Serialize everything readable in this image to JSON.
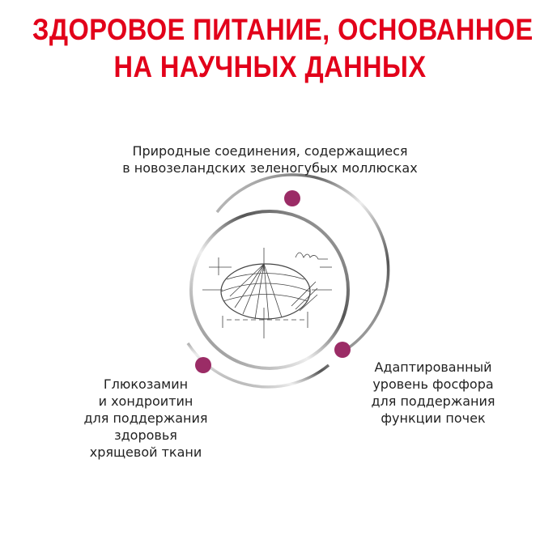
{
  "title": {
    "lines": [
      "ЗДОРОВОЕ ПИТАНИЕ, ОСНОВАННОЕ",
      "НА НАУЧНЫХ ДАННЫХ"
    ],
    "color": "#e2001a"
  },
  "benefits": {
    "top": {
      "lines": [
        "Природные соединения, содержащиеся",
        "в новозеландских зеленогубых моллюсках"
      ]
    },
    "left": {
      "lines": [
        "Глюкозамин",
        "и хондроитин",
        "для поддержания",
        "здоровья",
        "хрящевой ткани"
      ]
    },
    "right": {
      "lines": [
        "Адаптированный",
        "уровень фосфора",
        "для поддержания",
        "функции почек"
      ]
    }
  },
  "colors": {
    "dot": "#9b2c66",
    "ring": "#8a8a8a"
  },
  "center_image": {
    "icon": "kibble-sketch-icon"
  }
}
